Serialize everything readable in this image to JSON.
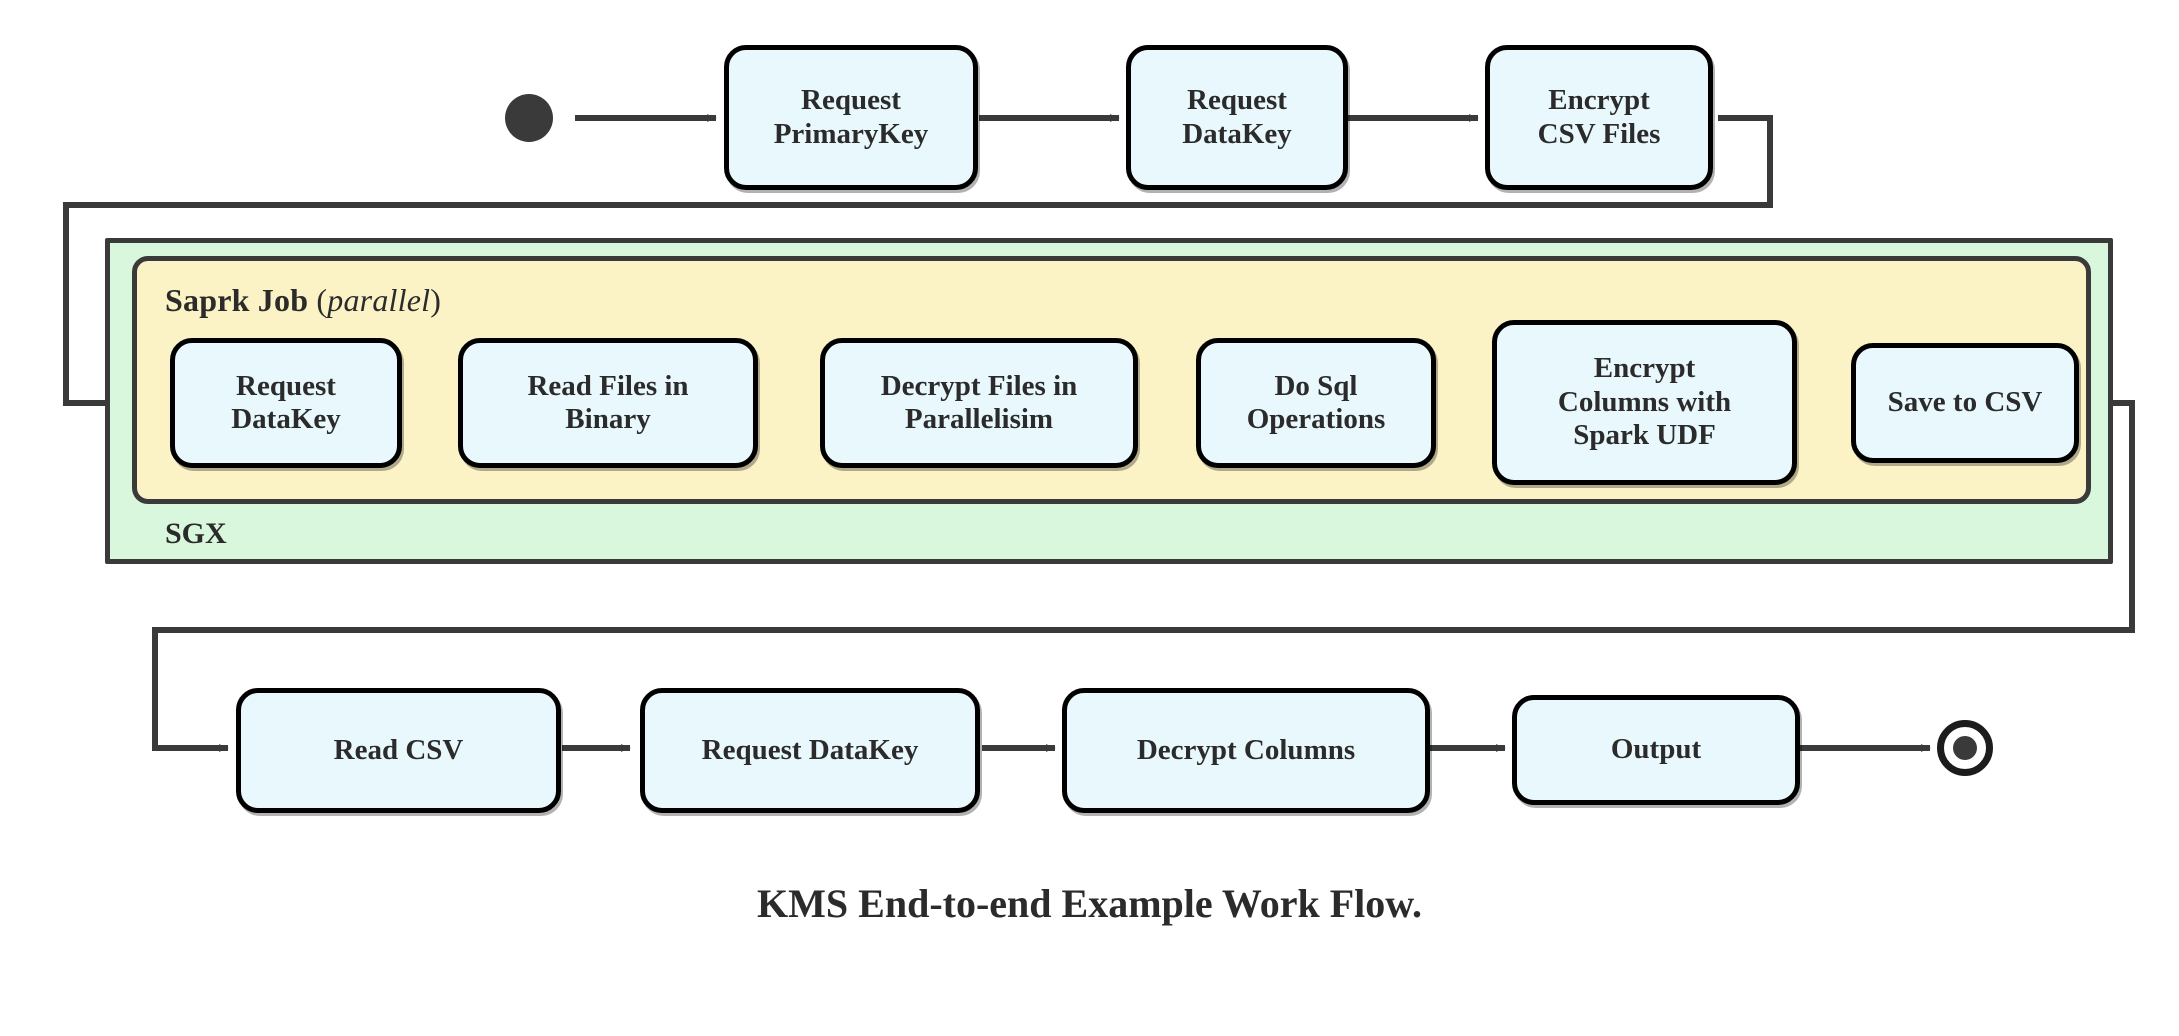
{
  "diagram": {
    "caption": "KMS End-to-end Example Work Flow.",
    "colors": {
      "node_fill": "#e8f8fc",
      "node_stroke": "#000000",
      "sgx_region_fill": "#d9f7dd",
      "spark_region_fill": "#fbf2c5",
      "region_stroke": "#3a3a3a",
      "connector": "#3a3a3a",
      "text": "#2b2b2b",
      "page_background": "#ffffff"
    },
    "regions": {
      "sgx": {
        "label": "SGX"
      },
      "spark": {
        "label_bold": "Saprk Job",
        "label_modifier_open": "(",
        "label_modifier": "parallel",
        "label_modifier_close": ")"
      }
    },
    "markers": {
      "start": "start-node",
      "end": "end-node"
    },
    "rows": {
      "top": {
        "nodes": [
          {
            "id": "request-primarykey",
            "lines": [
              "Request",
              "PrimaryKey"
            ]
          },
          {
            "id": "request-datakey-top",
            "lines": [
              "Request",
              "DataKey"
            ]
          },
          {
            "id": "encrypt-csv-files",
            "lines": [
              "Encrypt",
              "CSV Files"
            ]
          }
        ]
      },
      "spark": {
        "nodes": [
          {
            "id": "request-datakey-spark",
            "lines": [
              "Request",
              "DataKey"
            ]
          },
          {
            "id": "read-files-in-binary",
            "lines": [
              "Read Files in",
              "Binary"
            ]
          },
          {
            "id": "decrypt-files-in-parallelisim",
            "lines": [
              "Decrypt Files in",
              "Parallelisim"
            ]
          },
          {
            "id": "do-sql-operations",
            "lines": [
              "Do Sql",
              "Operations"
            ]
          },
          {
            "id": "encrypt-columns-with-spark-udf",
            "lines": [
              "Encrypt",
              "Columns with",
              "Spark UDF"
            ]
          },
          {
            "id": "save-to-csv",
            "lines": [
              "Save to CSV"
            ]
          }
        ]
      },
      "bottom": {
        "nodes": [
          {
            "id": "read-csv",
            "lines": [
              "Read CSV"
            ]
          },
          {
            "id": "request-datakey-bottom",
            "lines": [
              "Request DataKey"
            ]
          },
          {
            "id": "decrypt-columns",
            "lines": [
              "Decrypt Columns"
            ]
          },
          {
            "id": "output",
            "lines": [
              "Output"
            ]
          }
        ]
      }
    }
  }
}
